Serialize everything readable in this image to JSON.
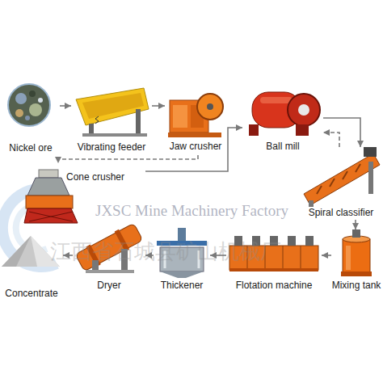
{
  "diagram": {
    "nodes": [
      {
        "text": [
          "Nickel ore"
        ]
      },
      {
        "text": [
          "Vibrating feeder"
        ]
      },
      {
        "text": [
          "Jaw crusher"
        ]
      },
      {
        "text": [
          "Cone crusher"
        ]
      },
      {
        "text": [
          "Ball mill"
        ]
      },
      {
        "text": [
          "Spiral classifier"
        ]
      },
      {
        "text": [
          "Mixing tank"
        ]
      },
      {
        "text": [
          "Flotation machine"
        ]
      },
      {
        "text": [
          "Thickener"
        ]
      },
      {
        "text": [
          "Dryer"
        ]
      },
      {
        "text": [
          "Concentrate"
        ]
      }
    ],
    "edges": [
      {
        "from": 0,
        "to": 1,
        "arrow": "to"
      },
      {
        "from": 1,
        "to": 2,
        "arrow": "to"
      },
      {
        "from": 2,
        "to": 3,
        "arrow": "to"
      },
      {
        "from": 3,
        "to": 4,
        "arrow": "to"
      },
      {
        "from": 4,
        "to": 5,
        "arrow": "to"
      },
      {
        "from": 5,
        "to": 4,
        "arrow": "to"
      },
      {
        "from": 5,
        "to": 6,
        "arrow": "to"
      },
      {
        "from": 6,
        "to": 7,
        "arrow": "to"
      },
      {
        "from": 7,
        "to": 8,
        "arrow": "to"
      },
      {
        "from": 8,
        "to": 9,
        "arrow": "to"
      },
      {
        "from": 9,
        "to": 10,
        "arrow": "to"
      }
    ],
    "labels": [
      "JXSC Mine Machinery Factory",
      "江西省石城县矿山机械厂"
    ]
  }
}
